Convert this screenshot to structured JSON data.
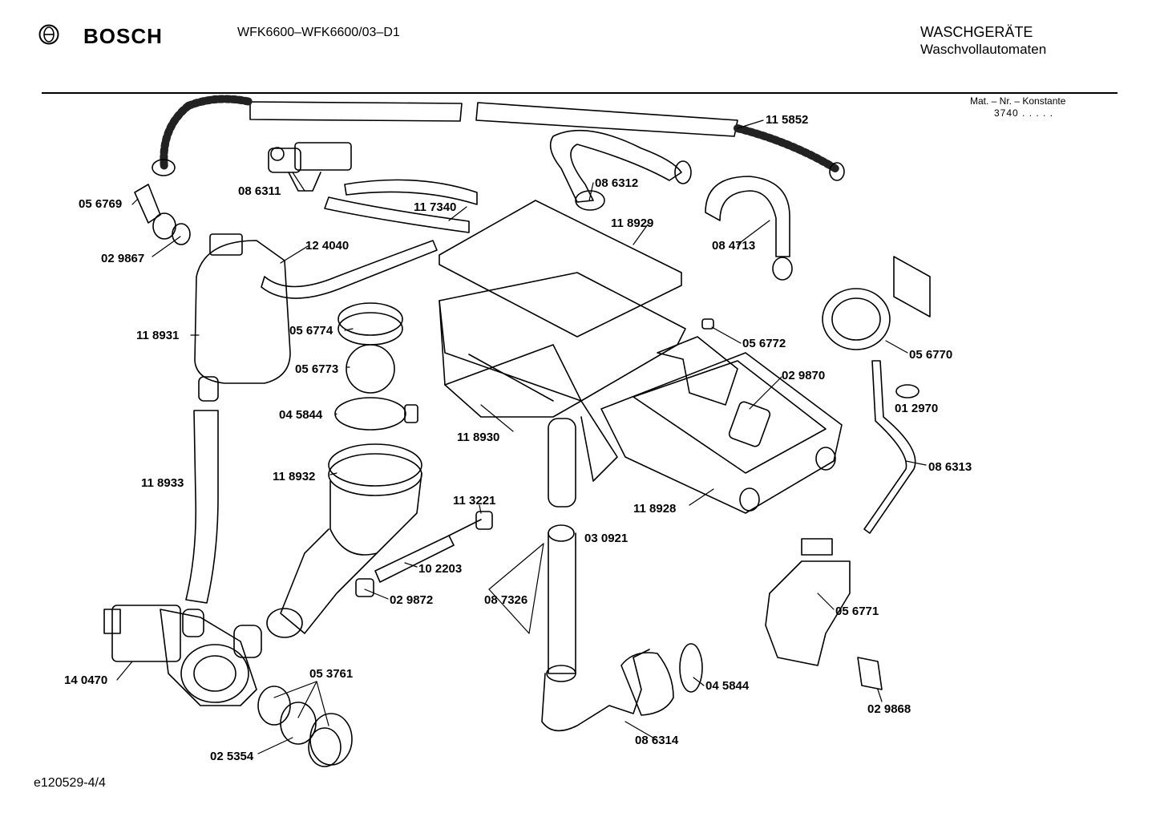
{
  "header": {
    "brand": "BOSCH",
    "model": "WFK6600–WFK6600/03–D1",
    "category_line1": "WASCHGERÄTE",
    "category_line2": "Waschvollautomaten",
    "mat_label": "Mat. – Nr. – Konstante",
    "mat_value": "3740 . . . . ."
  },
  "footer": {
    "code": "e120529-4/4"
  },
  "parts": [
    "11 5852",
    "08 6311",
    "11 7340",
    "08 6312",
    "05 6769",
    "02 9867",
    "12 4040",
    "11 8929",
    "08 4713",
    "11 8931",
    "05 6774",
    "05 6773",
    "04 5844",
    "05 6772",
    "05 6770",
    "02 9870",
    "01 2970",
    "11 8930",
    "08 6313",
    "11 8933",
    "11 8932",
    "11 3221",
    "11 8928",
    "03 0921",
    "10 2203",
    "02 9872",
    "08 7326",
    "05 6771",
    "14 0470",
    "05 3761",
    "04 5844",
    "02 9868",
    "02 5354",
    "08 6314"
  ]
}
